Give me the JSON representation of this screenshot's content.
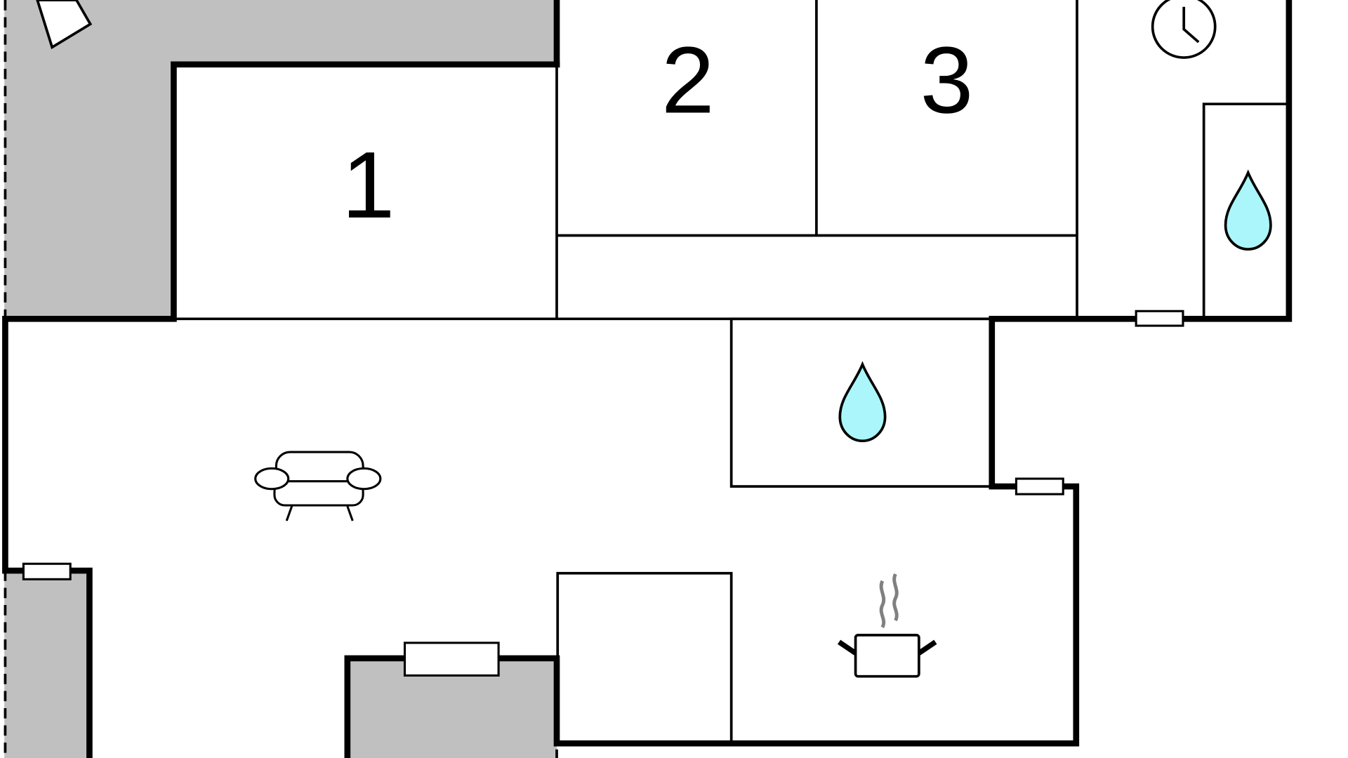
{
  "floorplan": {
    "rooms": [
      {
        "number": "1"
      },
      {
        "number": "2"
      },
      {
        "number": "3"
      }
    ],
    "icons": [
      {
        "name": "compass-arrow-icon"
      },
      {
        "name": "clock-icon"
      },
      {
        "name": "water-drop-icon"
      },
      {
        "name": "water-drop-icon"
      },
      {
        "name": "sofa-icon"
      },
      {
        "name": "cooking-pot-icon"
      }
    ],
    "colors": {
      "outdoor_area": "#c0c0c0",
      "walls": "#000000",
      "water_drop": "#aaf6fb",
      "steam": "#808080"
    }
  }
}
